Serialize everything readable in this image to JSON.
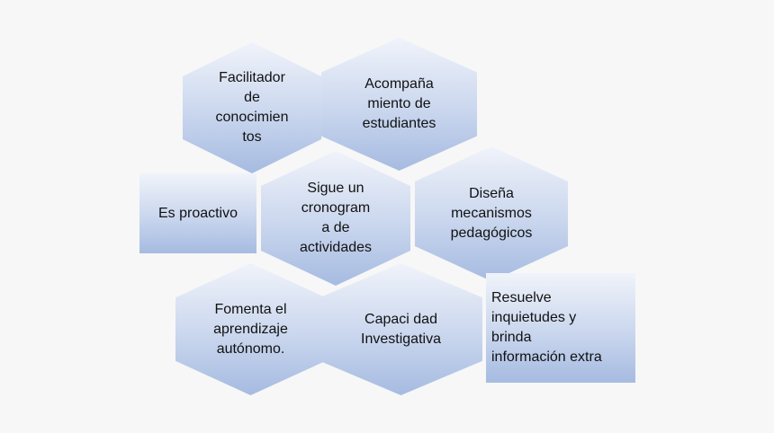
{
  "items": [
    {
      "lines": [
        "Facilitador",
        "de",
        "conocimien",
        "tos"
      ]
    },
    {
      "lines": [
        "Acompaña",
        "miento de",
        "estudiantes"
      ]
    },
    {
      "lines": [
        "Es proactivo"
      ]
    },
    {
      "lines": [
        "Sigue un",
        "cronogram",
        "a de",
        "actividades"
      ]
    },
    {
      "lines": [
        "Diseña",
        "mecanismos",
        "pedagógicos"
      ]
    },
    {
      "lines": [
        "Fomenta el",
        "aprendizaje",
        "autónomo."
      ]
    },
    {
      "lines": [
        "Capaci dad",
        "Investigativa"
      ]
    },
    {
      "lines": [
        "Resuelve",
        "inquietudes y",
        "brinda",
        "información extra"
      ]
    }
  ]
}
